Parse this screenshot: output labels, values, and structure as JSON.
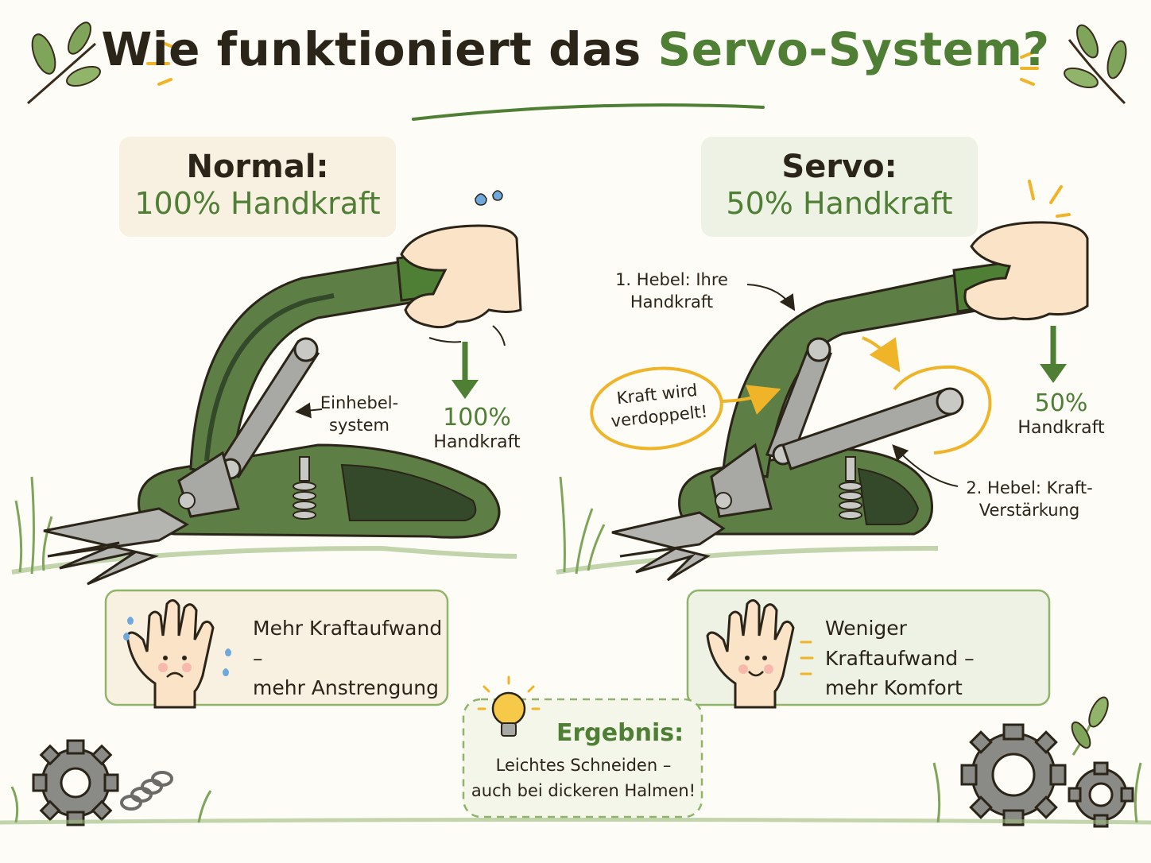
{
  "title": {
    "part1": "Wie funktioniert das",
    "part2": "Servo-System?"
  },
  "normal": {
    "label": "Normal:",
    "sublabel": "100% Handkraft",
    "annotation": "Einhebel-\nsystem",
    "force_value": "100%",
    "force_label": "Handkraft",
    "card_text_1": "Mehr Kraftaufwand –",
    "card_text_2": "mehr Anstrengung"
  },
  "servo": {
    "label": "Servo:",
    "sublabel": "50% Handkraft",
    "lever1_1": "1. Hebel: Ihre",
    "lever1_2": "Handkraft",
    "doubled_1": "Kraft wird",
    "doubled_2": "verdoppelt!",
    "lever2_1": "2. Hebel: Kraft-",
    "lever2_2": "Verstärkung",
    "force_value": "50%",
    "force_label": "Handkraft",
    "card_text_1": "Weniger Kraftaufwand –",
    "card_text_2": "mehr Komfort"
  },
  "result": {
    "title": "Ergebnis:",
    "text_1": "Leichtes Schneiden –",
    "text_2": "auch bei dickeren Halmen!"
  },
  "colors": {
    "green": "#4f7f35",
    "tool_green": "#5d7f45",
    "tool_dark": "#34492a",
    "steel": "#a8a8a4",
    "highlight": "#f0b429",
    "normal_bg": "#f8f1e1",
    "servo_bg": "#edf2e4"
  },
  "icons": [
    "leaf-icon",
    "gear-icon",
    "spring-icon",
    "lightbulb-icon",
    "hand-icon"
  ]
}
